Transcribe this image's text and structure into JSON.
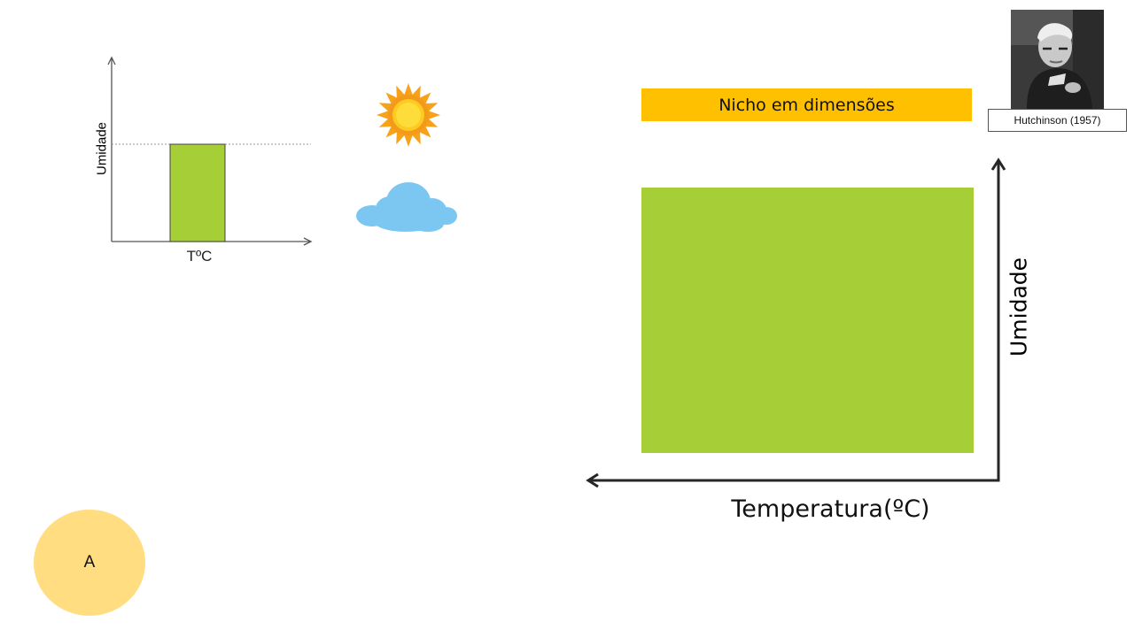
{
  "small_chart": {
    "ylabel": "Umidade",
    "xlabel": "TºC",
    "bar_color": "#A5CE37"
  },
  "icons": {
    "weather_sun": "sun-icon",
    "weather_cloud": "cloud-icon"
  },
  "niche": {
    "title": "Nicho em dimensões",
    "title_color": "#FFC000",
    "rect_color": "#A5CE37",
    "xlabel": "Temperatura(ºC)",
    "ylabel": "Umidade"
  },
  "portrait": {
    "caption": "Hutchinson (1957)"
  },
  "badge": {
    "label": "A",
    "color": "#FFDD80"
  }
}
